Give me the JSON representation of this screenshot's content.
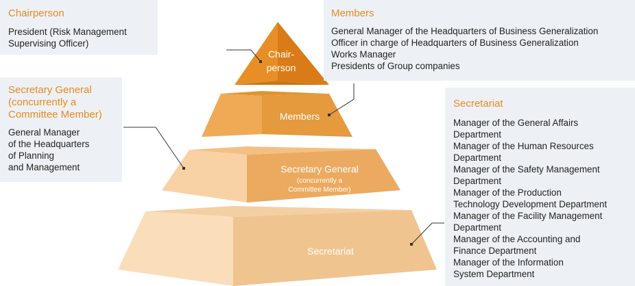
{
  "boxes": {
    "chairperson": {
      "title": "Chairperson",
      "lines": [
        "President (Risk Management",
        "Supervising Officer)"
      ]
    },
    "members": {
      "title": "Members",
      "lines": [
        "General Manager of the Headquarters of Business Generalization",
        "Officer in charge of Headquarters of Business Generalization",
        "Works Manager",
        "Presidents of Group companies"
      ]
    },
    "secretary_general": {
      "title_lines": [
        "Secretary General",
        "(concurrently a",
        "Committee Member)"
      ],
      "lines": [
        "General Manager",
        "of the Headquarters",
        "of Planning",
        "and Management"
      ]
    },
    "secretariat": {
      "title": "Secretariat",
      "lines": [
        "Manager of the General Affairs",
        "Department",
        "Manager of the Human Resources",
        "Department",
        "Manager of the Safety Management",
        "Department",
        "Manager of the Production",
        "Technology Development Department",
        "Manager of the Facility Management",
        "Department",
        "Manager of the Accounting and",
        "Finance Department",
        "Manager of the Information",
        "System Department"
      ]
    }
  },
  "pyramid": {
    "chair_lines": [
      "Chair-",
      "person"
    ],
    "members": "Members",
    "secretary_general": "Secretary General",
    "secretary_sub_lines": [
      "(concurrently a",
      "Committee Member)"
    ],
    "secretariat": "Secretariat"
  },
  "colors": {
    "accent": "#e8891f",
    "box_bg": "#edf1f5",
    "tier1_light": "#f0a44a",
    "tier1_dark": "#d87d18",
    "tier2_light": "#f6c98c",
    "tier2_dark": "#e9a85a",
    "tier3_light": "#f8d3a3",
    "tier3_dark": "#eeb06a",
    "tier4_light": "#fadcb7",
    "tier4_dark": "#f0c28f"
  }
}
